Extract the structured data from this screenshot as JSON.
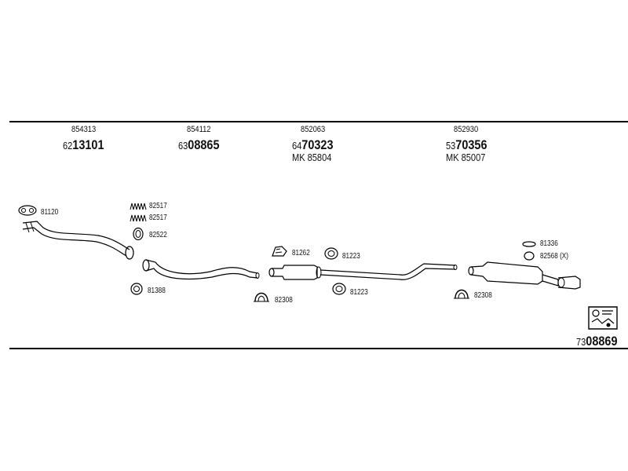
{
  "groups": [
    {
      "ref": "854313",
      "code_prefix": "62",
      "code_main": "13101",
      "mk": ""
    },
    {
      "ref": "854112",
      "code_prefix": "63",
      "code_main": "08865",
      "mk": ""
    },
    {
      "ref": "852063",
      "code_prefix": "64",
      "code_main": "70323",
      "mk": "MK 85804"
    },
    {
      "ref": "852930",
      "code_prefix": "53",
      "code_main": "70356",
      "mk": "MK 85007"
    }
  ],
  "parts": {
    "p81120": "81120",
    "p82517a": "82517",
    "p82517b": "82517",
    "p82522": "82522",
    "p81388": "81388",
    "p81262": "81262",
    "p81223a": "81223",
    "p81223b": "81223",
    "p82308a": "82308",
    "p82308b": "82308",
    "p81336": "81336",
    "p82568": "82568 (X)"
  },
  "kit": {
    "code_prefix": "73",
    "code_main": "08869"
  },
  "colors": {
    "line": "#000000",
    "background": "#ffffff"
  }
}
